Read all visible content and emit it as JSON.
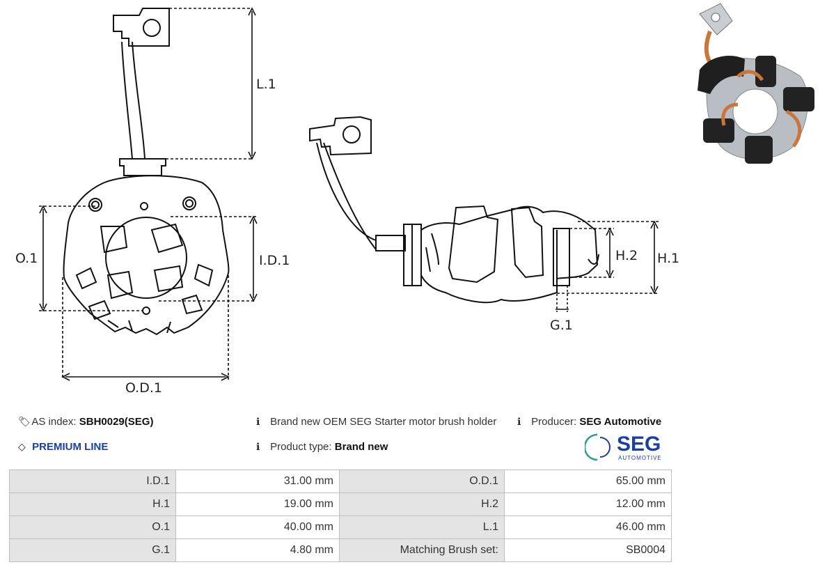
{
  "drawing": {
    "labels": {
      "L1": "L.1",
      "O1": "O.1",
      "ID1": "I.D.1",
      "OD1": "O.D.1",
      "H2": "H.2",
      "H1": "H.1",
      "G1": "G.1"
    }
  },
  "info": {
    "as_index_label": "AS index:",
    "as_index_value": "SBH0029(SEG)",
    "premium_label": "PREMIUM LINE",
    "description": "Brand new OEM SEG Starter motor brush holder",
    "producer_label": "Producer:",
    "producer_value": "SEG Automotive",
    "product_type_label": "Product type:",
    "product_type_value": "Brand new"
  },
  "logo": {
    "brand": "SEG",
    "sub": "AUTOMOTIVE",
    "color": "#1a3fa0",
    "arc_color": "#2a9d8f"
  },
  "specs": [
    {
      "l1": "I.D.1",
      "v1": "31.00 mm",
      "l2": "O.D.1",
      "v2": "65.00 mm"
    },
    {
      "l1": "H.1",
      "v1": "19.00 mm",
      "l2": "H.2",
      "v2": "12.00 mm"
    },
    {
      "l1": "O.1",
      "v1": "40.00 mm",
      "l2": "L.1",
      "v2": "46.00 mm"
    },
    {
      "l1": "G.1",
      "v1": "4.80 mm",
      "l2": "Matching Brush set:",
      "v2": "SB0004"
    }
  ]
}
